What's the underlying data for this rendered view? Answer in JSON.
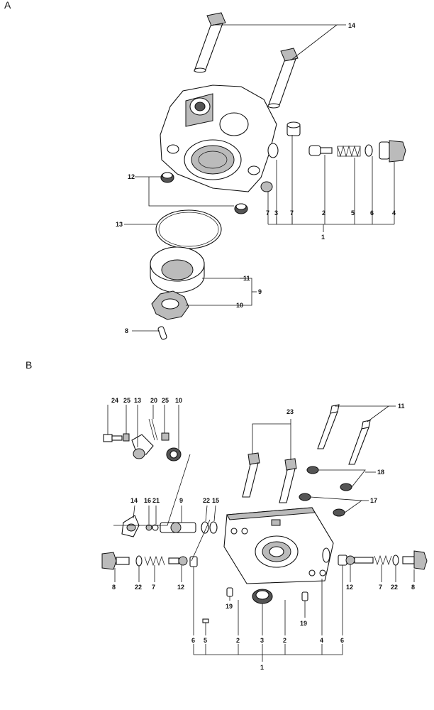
{
  "sections": {
    "a_label": "A",
    "b_label": "B"
  },
  "diagram_a": {
    "callouts": [
      "14",
      "12",
      "13",
      "11",
      "10",
      "9",
      "8",
      "7",
      "3",
      "7",
      "2",
      "5",
      "6",
      "4",
      "1"
    ]
  },
  "diagram_b": {
    "callouts": [
      "24",
      "25",
      "13",
      "20",
      "25",
      "10",
      "23",
      "11",
      "18",
      "17",
      "14",
      "16",
      "21",
      "9",
      "22",
      "15",
      "8",
      "22",
      "7",
      "12",
      "12",
      "7",
      "22",
      "8",
      "19",
      "19",
      "6",
      "5",
      "2",
      "3",
      "2",
      "4",
      "6",
      "1"
    ]
  }
}
